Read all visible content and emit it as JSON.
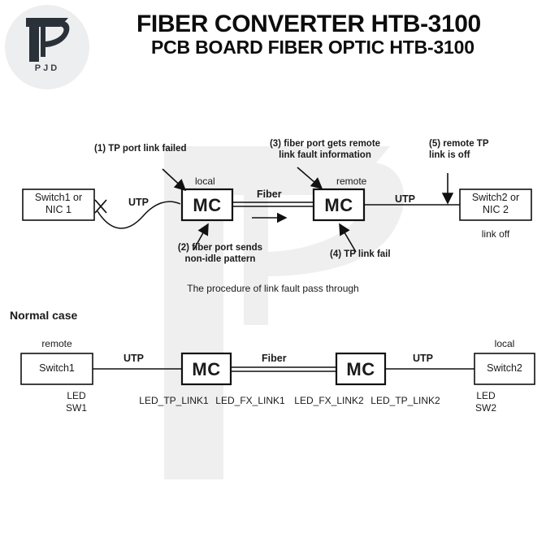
{
  "header": {
    "logo": {
      "monogram": "P",
      "wordmark": "PJD",
      "badge_color": "#eceef0",
      "mark_color": "#2b3138"
    },
    "title_line1": "FIBER CONVERTER HTB-3100",
    "title_line2": "PCB BOARD FIBER OPTIC HTB-3100",
    "title_color": "#0d0d0d"
  },
  "watermark": {
    "letter": "P",
    "color": "#efefef"
  },
  "fault_diagram": {
    "annotations": [
      {
        "id": "a1",
        "text_lines": [
          "(1) TP port link failed"
        ]
      },
      {
        "id": "a2",
        "text_lines": [
          "(2) fiber port sends",
          "non-idle pattern"
        ]
      },
      {
        "id": "a3",
        "text_lines": [
          "(3) fiber port gets remote",
          "link fault information"
        ]
      },
      {
        "id": "a4",
        "text_lines": [
          "(4) TP link fail"
        ]
      },
      {
        "id": "a5",
        "text_lines": [
          "(5) remote TP",
          "link is off"
        ]
      }
    ],
    "left_box": {
      "line1": "Switch1 or",
      "line2": "NIC 1"
    },
    "right_box": {
      "line1": "Switch2 or",
      "line2": "NIC 2"
    },
    "right_box_status": "link  off",
    "mc_left": {
      "label": "MC",
      "position_label": "local"
    },
    "mc_right": {
      "label": "MC",
      "position_label": "remote"
    },
    "link_left": "UTP",
    "link_middle": "Fiber",
    "link_right": "UTP",
    "caption": "The procedure of link fault pass through"
  },
  "normal_diagram": {
    "section_title": "Normal case",
    "left_position_label": "remote",
    "right_position_label": "local",
    "left_box": "Switch1",
    "right_box": "Switch2",
    "mc_left": "MC",
    "mc_right": "MC",
    "link_left": "UTP",
    "link_middle": "Fiber",
    "link_right": "UTP",
    "led_labels": [
      {
        "line1": "LED",
        "line2": "SW1"
      },
      {
        "line1": "LED_TP_LINK1",
        "line2": ""
      },
      {
        "line1": "LED_FX_LINK1",
        "line2": ""
      },
      {
        "line1": "LED_FX_LINK2",
        "line2": ""
      },
      {
        "line1": "LED_TP_LINK2",
        "line2": ""
      },
      {
        "line1": "LED",
        "line2": "SW2"
      }
    ]
  }
}
